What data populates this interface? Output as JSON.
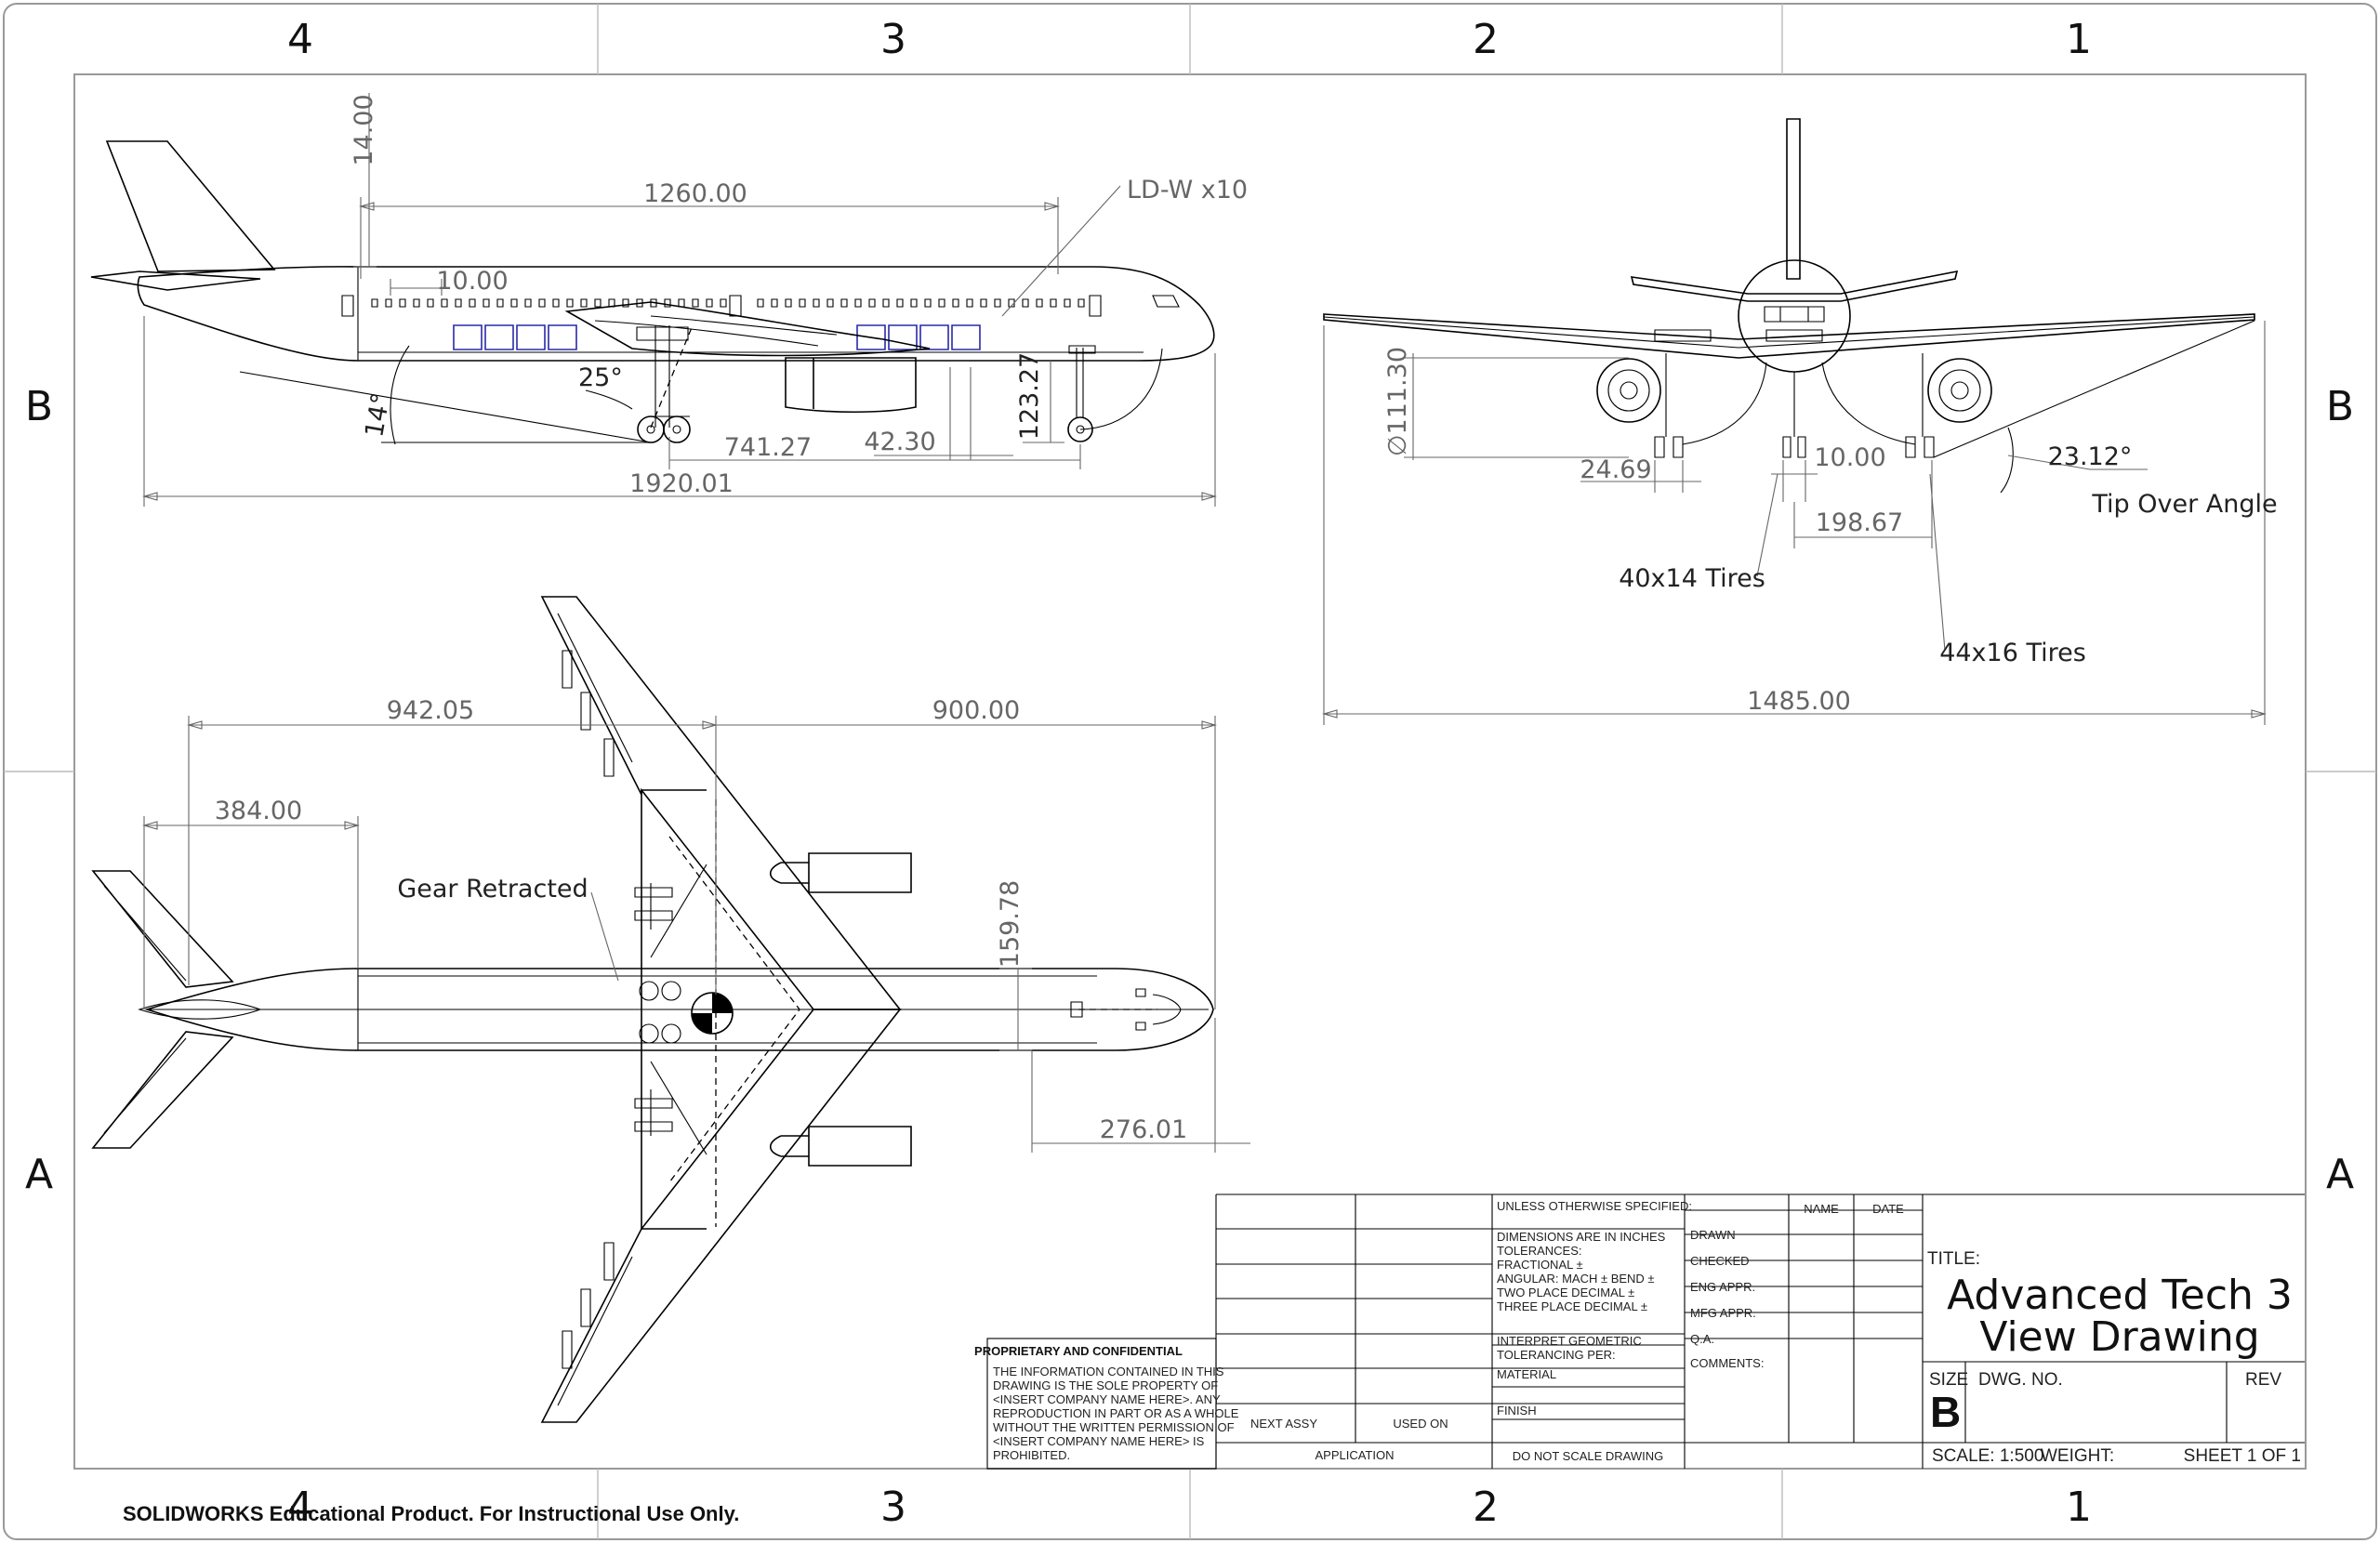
{
  "zones": {
    "cols": [
      "4",
      "3",
      "2",
      "1"
    ],
    "rows": [
      "B",
      "A"
    ]
  },
  "side_view": {
    "dims": [
      "14.00",
      "1260.00",
      "10.00",
      "25°",
      "14°",
      "741.27",
      "42.30",
      "123.27",
      "1920.01"
    ],
    "callout": "LD-W x10"
  },
  "front_view": {
    "dims": [
      "∅111.30",
      "24.69",
      "10.00",
      "23.12°",
      "198.67",
      "1485.00"
    ],
    "labels": [
      "Tip Over Angle",
      "40x14 Tires",
      "44x16 Tires"
    ]
  },
  "top_view": {
    "dims": [
      "942.05",
      "900.00",
      "384.00",
      "159.78",
      "276.01"
    ],
    "labels": [
      "Gear Retracted"
    ]
  },
  "title_block": {
    "proprietary_title": "PROPRIETARY AND CONFIDENTIAL",
    "proprietary_text": [
      "THE INFORMATION CONTAINED IN THIS",
      "DRAWING IS THE SOLE PROPERTY OF",
      "<INSERT COMPANY NAME HERE>.  ANY",
      "REPRODUCTION IN PART OR AS A WHOLE",
      "WITHOUT THE WRITTEN PERMISSION OF",
      "<INSERT COMPANY NAME HERE> IS",
      "PROHIBITED."
    ],
    "next_assy": "NEXT ASSY",
    "used_on": "USED ON",
    "application": "APPLICATION",
    "unless": "UNLESS OTHERWISE SPECIFIED:",
    "tolerances": [
      "DIMENSIONS ARE IN INCHES",
      "TOLERANCES:",
      "FRACTIONAL ±",
      "ANGULAR: MACH ±    BEND ±",
      "TWO PLACE DECIMAL    ±",
      "THREE PLACE DECIMAL  ±"
    ],
    "interpret": [
      "INTERPRET GEOMETRIC",
      "TOLERANCING PER:"
    ],
    "material": "MATERIAL",
    "finish": "FINISH",
    "do_not_scale": "DO NOT SCALE DRAWING",
    "name_hdr": "NAME",
    "date_hdr": "DATE",
    "roles": [
      "DRAWN",
      "CHECKED",
      "ENG APPR.",
      "MFG APPR.",
      "Q.A.",
      "COMMENTS:"
    ],
    "title_label": "TITLE:",
    "title_line1": "Advanced Tech 3",
    "title_line2": "View Drawing",
    "size_label": "SIZE",
    "size_value": "B",
    "dwg_no_label": "DWG.  NO.",
    "rev_label": "REV",
    "scale": "SCALE: 1:500",
    "weight": "WEIGHT:",
    "sheet": "SHEET 1 OF 1"
  },
  "footer": "SOLIDWORKS Educational Product. For Instructional Use Only."
}
